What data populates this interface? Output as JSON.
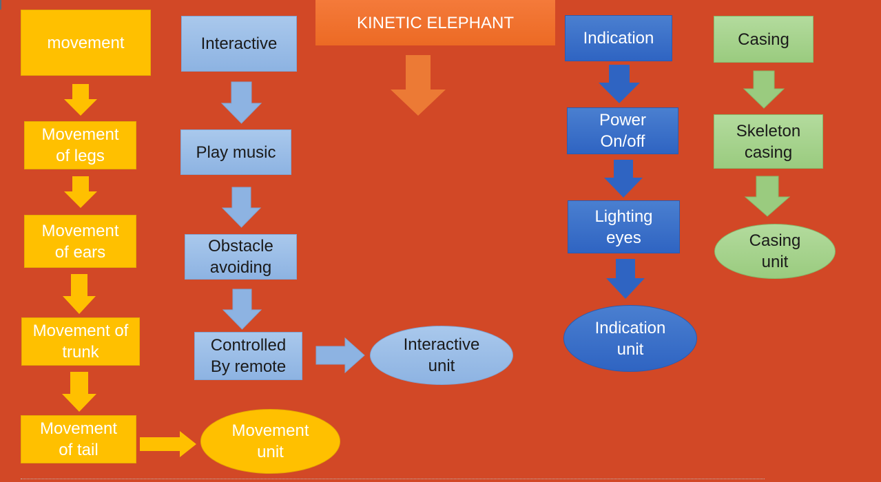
{
  "title": "KINETIC ELEPHANT",
  "colors": {
    "background": "#D24826",
    "movement": "#FFC000",
    "interactive": "#8DB3E2",
    "indication": "#2F64C2",
    "casing": "#9ACB7F",
    "title_box": "#EC6A24"
  },
  "movement": {
    "header": "movement",
    "steps": [
      "Movement\nof legs",
      "Movement\nof ears",
      "Movement of\ntrunk",
      "Movement\nof tail"
    ],
    "unit": "Movement\nunit"
  },
  "interactive": {
    "header": "Interactive",
    "steps": [
      "Play music",
      "Obstacle\navoiding",
      "Controlled\nBy remote"
    ],
    "unit": "Interactive\nunit"
  },
  "indication": {
    "header": "Indication",
    "steps": [
      "Power\nOn/off",
      "Lighting\neyes"
    ],
    "unit": "Indication\nunit"
  },
  "casing": {
    "header": "Casing",
    "steps": [
      "Skeleton\ncasing"
    ],
    "unit": "Casing\nunit"
  }
}
